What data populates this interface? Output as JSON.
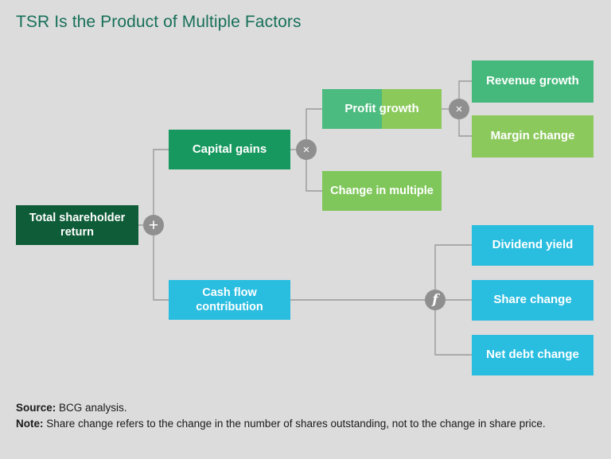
{
  "title": "TSR Is the Product of Multiple Factors",
  "colors": {
    "background": "#dcdcdc",
    "title": "#18705a",
    "connector": "#9a9a9a",
    "operator": "#8f8f8f",
    "dark_green": "#0f5c38",
    "green": "#17985f",
    "medium_green": "#4cbb7f",
    "light_green": "#8bc95b",
    "cyan": "#29bde0",
    "text_on_box": "#ffffff",
    "footer_text": "#1a1a1a"
  },
  "diagram": {
    "type": "tree",
    "nodes": [
      {
        "id": "tsr",
        "label": "Total shareholder return",
        "level": 0,
        "color": "#0f5c38"
      },
      {
        "id": "capital",
        "label": "Capital gains",
        "level": 1,
        "color": "#17985f"
      },
      {
        "id": "cashflow",
        "label": "Cash flow contribution",
        "level": 1,
        "color": "#29bde0"
      },
      {
        "id": "profit",
        "label": "Profit growth",
        "level": 2,
        "color": "#4cbb7f"
      },
      {
        "id": "multiple",
        "label": "Change in multiple",
        "level": 2,
        "color": "#7fc75b"
      },
      {
        "id": "revenue",
        "label": "Revenue growth",
        "level": 3,
        "color": "#45b97c"
      },
      {
        "id": "margin",
        "label": "Margin change",
        "level": 3,
        "color": "#8cc95d"
      },
      {
        "id": "dividend",
        "label": "Dividend yield",
        "level": 2,
        "color": "#29bde0"
      },
      {
        "id": "sharechange",
        "label": "Share change",
        "level": 2,
        "color": "#29bde0"
      },
      {
        "id": "netdebt",
        "label": "Net debt change",
        "level": 2,
        "color": "#29bde0"
      }
    ],
    "operators": [
      {
        "id": "op-plus",
        "symbol": "+",
        "name": "plus",
        "joins": [
          "capital",
          "cashflow"
        ]
      },
      {
        "id": "op-mult1",
        "symbol": "×",
        "name": "multiply",
        "joins": [
          "profit",
          "multiple"
        ]
      },
      {
        "id": "op-mult2",
        "symbol": "×",
        "name": "multiply",
        "joins": [
          "revenue",
          "margin"
        ]
      },
      {
        "id": "op-func",
        "symbol": "f",
        "name": "function",
        "joins": [
          "dividend",
          "sharechange",
          "netdebt"
        ]
      }
    ]
  },
  "footer": {
    "source_label": "Source:",
    "source_text": " BCG analysis.",
    "note_label": "Note:",
    "note_text": " Share change refers to the change in the number of shares outstanding, not to the change in share price."
  }
}
